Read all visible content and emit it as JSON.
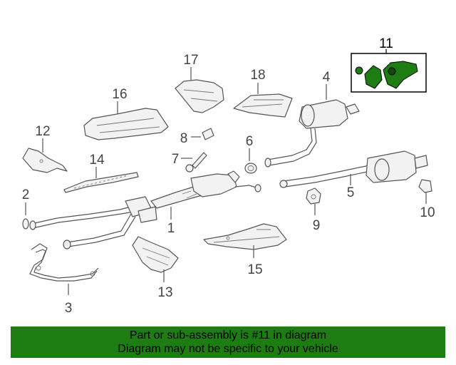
{
  "callouts": {
    "c1": "1",
    "c2": "2",
    "c3": "3",
    "c4": "4",
    "c5": "5",
    "c6": "6",
    "c7": "7",
    "c8": "8",
    "c9": "9",
    "c10": "10",
    "c11": "11",
    "c12": "12",
    "c13": "13",
    "c14": "14",
    "c15": "15",
    "c16": "16",
    "c17": "17",
    "c18": "18"
  },
  "highlight": {
    "part": "11",
    "color": "#1e7d12"
  },
  "colors": {
    "banner": "#1e7d12",
    "line": "#555555",
    "part_fill": "#f2f2f2"
  },
  "banner": {
    "line1": "Part or sub-assembly is #11 in diagram",
    "line2": "Diagram may not be specific to your vehicle"
  }
}
